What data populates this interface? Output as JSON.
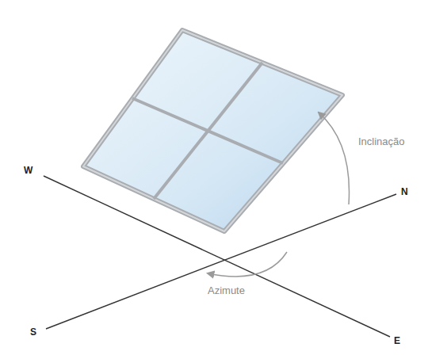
{
  "diagram": {
    "labels": [
      "W",
      "N",
      "S",
      "E",
      "Inclinação",
      "Azimute"
    ]
  }
}
